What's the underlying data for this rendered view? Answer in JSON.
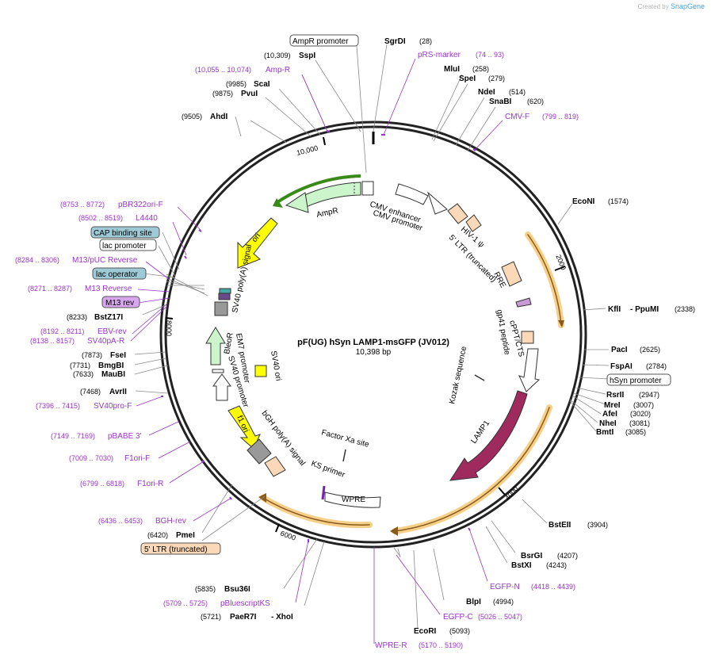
{
  "credit": {
    "prefix": "Created by",
    "brand": "SnapGene"
  },
  "plasmid": {
    "name": "pF(UG) hSyn LAMP1-msGFP (JV012)",
    "length_label": "10,398 bp"
  },
  "ticks": [
    "2000",
    "4000",
    "6000",
    "8000",
    "10,000"
  ],
  "features": {
    "ampr_promoter": "AmpR promoter",
    "ampr": "AmpR",
    "ori": "ori",
    "sv40_polya": "SV40 poly(A) signal",
    "bleor": "BleoR",
    "em7": "EM7 promoter",
    "sv40_promoter": "SV40 promoter",
    "sv40_ori": "SV40 ori",
    "f1_ori": "f1 ori",
    "bgh": "bGH poly(A) signal",
    "factor_xa": "Factor Xa site",
    "ks_primer": "KS primer",
    "wpre": "WPRE",
    "cmv_enhancer": "CMV enhancer",
    "cmv_promoter": "CMV promoter",
    "hiv_psi": "HIV-1 ψ",
    "ltr5": "5' LTR (truncated)",
    "rre": "RRE",
    "cppt": "cPPT/CTS",
    "gp41": "gp41 peptide",
    "kozak": "Kozak sequence",
    "lamp1": "LAMP1",
    "hsyn": "hSyn promoter"
  },
  "labels": {
    "l_sgrdi_n": "SgrDI",
    "l_sgrdi_p": "(28)",
    "l_amprp": "AmpR promoter",
    "l_sspi_p": "(10,309)",
    "l_sspi_n": "SspI",
    "l_prs": "pRS-marker",
    "l_prs_r": "(74 .. 93)",
    "l_mlui_n": "MluI",
    "l_mlui_p": "(258)",
    "l_ampr_r": "(10,055 .. 10,074)",
    "l_ampr": "Amp-R",
    "l_spei_n": "SpeI",
    "l_spei_p": "(279)",
    "l_scai_p": "(9985)",
    "l_scai_n": "ScaI",
    "l_ndei_n": "NdeI",
    "l_ndei_p": "(514)",
    "l_pvui_p": "(9875)",
    "l_pvui_n": "PvuI",
    "l_snabi_n": "SnaBI",
    "l_snabi_p": "(620)",
    "l_cmvf": "CMV-F",
    "l_cmvf_r": "(799 .. 819)",
    "l_ahdi_p": "(9505)",
    "l_ahdi_n": "AhdI",
    "l_econi_n": "EcoNI",
    "l_econi_p": "(1574)",
    "l_pbr_r": "(8753 .. 8772)",
    "l_pbr": "pBR322ori-F",
    "l_l4440_r": "(8502 .. 8519)",
    "l_l4440": "L4440",
    "l_cap": "CAP binding site",
    "l_lacp": "lac promoter",
    "l_m13puc_r": "(8284 .. 8306)",
    "l_m13puc": "M13/pUC Reverse",
    "l_laco": "lac operator",
    "l_m13rev_r": "(8271 .. 8287)",
    "l_m13rev": "M13 Reverse",
    "l_m13revbox": "M13 rev",
    "l_kfli_n": "KflI",
    "l_ppumi_n": "- PpuMI",
    "l_ppumi_p": "(2338)",
    "l_bstz_p": "(8233)",
    "l_bstz_n": "BstZ17I",
    "l_ebv_r": "(8192 .. 8211)",
    "l_ebv": "EBV-rev",
    "l_sv40pa_r": "(8138 .. 8157)",
    "l_sv40pa": "SV40pA-R",
    "l_paci_n": "PacI",
    "l_paci_p": "(2625)",
    "l_fsei_p": "(7873)",
    "l_fsei_n": "FseI",
    "l_fspai_n": "FspAI",
    "l_fspai_p": "(2784)",
    "l_bmgbi_p": "(7731)",
    "l_bmgbi_n": "BmgBI",
    "l_hsyn": "hSyn promoter",
    "l_maubi_p": "(7633)",
    "l_maubi_n": "MauBI",
    "l_rsrii_n": "RsrII",
    "l_rsrii_p": "(2947)",
    "l_avrii_p": "(7468)",
    "l_avrii_n": "AvrII",
    "l_mrei_n": "MreI",
    "l_mrei_p": "(3007)",
    "l_sv40pro_r": "(7396 .. 7415)",
    "l_sv40pro": "SV40pro-F",
    "l_afei_n": "AfeI",
    "l_afei_p": "(3020)",
    "l_nhei_n": "NheI",
    "l_nhei_p": "(3081)",
    "l_bmti_n": "BmtI",
    "l_bmti_p": "(3085)",
    "l_pbabe_r": "(7149 .. 7169)",
    "l_pbabe": "pBABE 3'",
    "l_f1f_r": "(7009 .. 7030)",
    "l_f1f": "F1ori-F",
    "l_f1r_r": "(6799 .. 6818)",
    "l_f1r": "F1ori-R",
    "l_bsteii_n": "BstEII",
    "l_bsteii_p": "(3904)",
    "l_bgh_r": "(6436 .. 6453)",
    "l_bgh": "BGH-rev",
    "l_pmei_p": "(6420)",
    "l_pmei_n": "PmeI",
    "l_ltr": "5' LTR (truncated)",
    "l_bsrgi_n": "BsrGI",
    "l_bsrgi_p": "(4207)",
    "l_bstxi_n": "BstXI",
    "l_bstxi_p": "(4243)",
    "l_egfpn": "EGFP-N",
    "l_egfpn_r": "(4418 .. 4439)",
    "l_bsu_p": "(5835)",
    "l_bsu_n": "Bsu36I",
    "l_blpi_n": "BlpI",
    "l_blpi_p": "(4994)",
    "l_pblue_r": "(5709 .. 5725)",
    "l_pblue": "pBluescriptKS",
    "l_egfpc": "EGFP-C",
    "l_egfpc_r": "(5026 .. 5047)",
    "l_paer_p": "(5721)",
    "l_paer_n": "PaeR7I",
    "l_xhoi_n": "- XhoI",
    "l_ecori_n": "EcoRI",
    "l_ecori_p": "(5093)",
    "l_wprer": "WPRE-R",
    "l_wprer_r": "(5170 .. 5190)"
  },
  "colors": {
    "backbone": "#222222",
    "enzyme_text": "#000000",
    "primer": "#9933cc",
    "ampr_fill": "#ccf5cc",
    "ori_fill": "#ffff00",
    "ltr_fill": "#fbd9b8",
    "lamp1_fill": "#9e2a5e",
    "orange_arc": "#f0b040",
    "box_teal": "#9ecad6",
    "box_purple": "#d7a6ec"
  }
}
